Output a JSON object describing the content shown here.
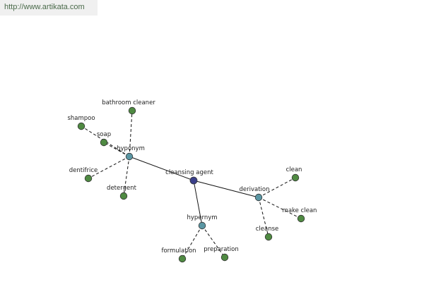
{
  "site_url": "http://www.artikata.com",
  "colors": {
    "root": "#3a3f8a",
    "relation": "#5a96a3",
    "leaf": "#4f8a42"
  },
  "graph": {
    "root": "cleansing agent",
    "relations": [
      {
        "label": "hyponym",
        "words": [
          "bathroom cleaner",
          "shampoo",
          "soap",
          "dentifrice",
          "detergent"
        ]
      },
      {
        "label": "derivation",
        "words": [
          "clean",
          "make clean",
          "cleanse"
        ]
      },
      {
        "label": "hypernym",
        "words": [
          "formulation",
          "preparation"
        ]
      }
    ]
  }
}
